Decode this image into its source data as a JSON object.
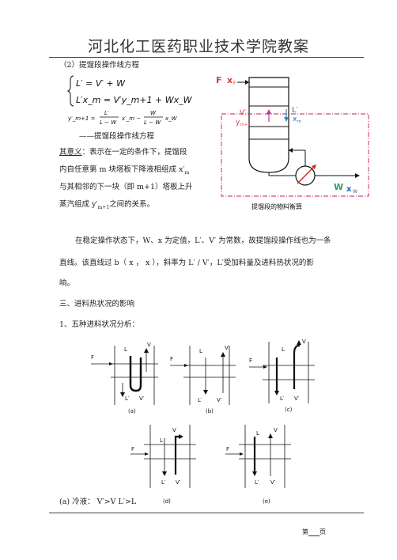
{
  "header": {
    "title": "河北化工医药职业技术学院教案"
  },
  "section": {
    "heading": "（2）提馏段操作线方程",
    "eq1": "L′ = V′ + W",
    "eq2": "L′x_m = V′y_m+1 + Wx_W",
    "eq3_lhs": "y′_m+1 =",
    "eq3_frac1_num": "L′",
    "eq3_frac1_den": "L − W",
    "eq3_mid": "x′_m −",
    "eq3_frac2_num": "W",
    "eq3_frac2_den": "L − W",
    "eq3_tail": "x_W",
    "caption": "——提馏段操作线方程",
    "meaning_label": "其意义",
    "meaning_lines": [
      "：表示在一定的条件下，提馏段",
      "内自任意第 m 块塔板下降液相组成 x′",
      "与其相邻的下一块（即 m+1）塔板上升",
      "蒸汽组成 y′",
      "之间的关系。"
    ],
    "sub_m": "m",
    "sub_m1": "m+1"
  },
  "figure1": {
    "label_F": "F",
    "label_xF": "x",
    "label_xF_sub": "F",
    "label_V": "V′",
    "label_ym": "y",
    "label_ym_sub": "m+1",
    "label_L": "L′",
    "label_xm": "x",
    "label_xm_sub": "m",
    "label_W": "W",
    "label_xW": "x",
    "label_xW_sub": "W",
    "caption": "提馏段的物料衡算"
  },
  "paragraph": {
    "line1": "在稳定操作状态下，W、x  为定值，L′、V′ 为常数，故提馏段操作线也为一条",
    "line2": "直线。该直线过 b（ x  ， x  ），斜率为 L′ / V′，L′受加料量及进料热状况的影",
    "line3": "响。"
  },
  "section3": {
    "heading": "三、进料热状况的影响"
  },
  "section3_1": {
    "heading": "1、五种进料状况分析："
  },
  "five_states": {
    "labels": [
      "(a)",
      "(b)",
      "(c)",
      "(d)",
      "(e)"
    ],
    "F": "F",
    "L": "L",
    "V": "V",
    "Lp": "L′",
    "Vp": "V′"
  },
  "footer_note": "(a)  冷液： V′>V    L′>L",
  "footer": {
    "page_prefix": "第",
    "page_suffix": "页"
  }
}
